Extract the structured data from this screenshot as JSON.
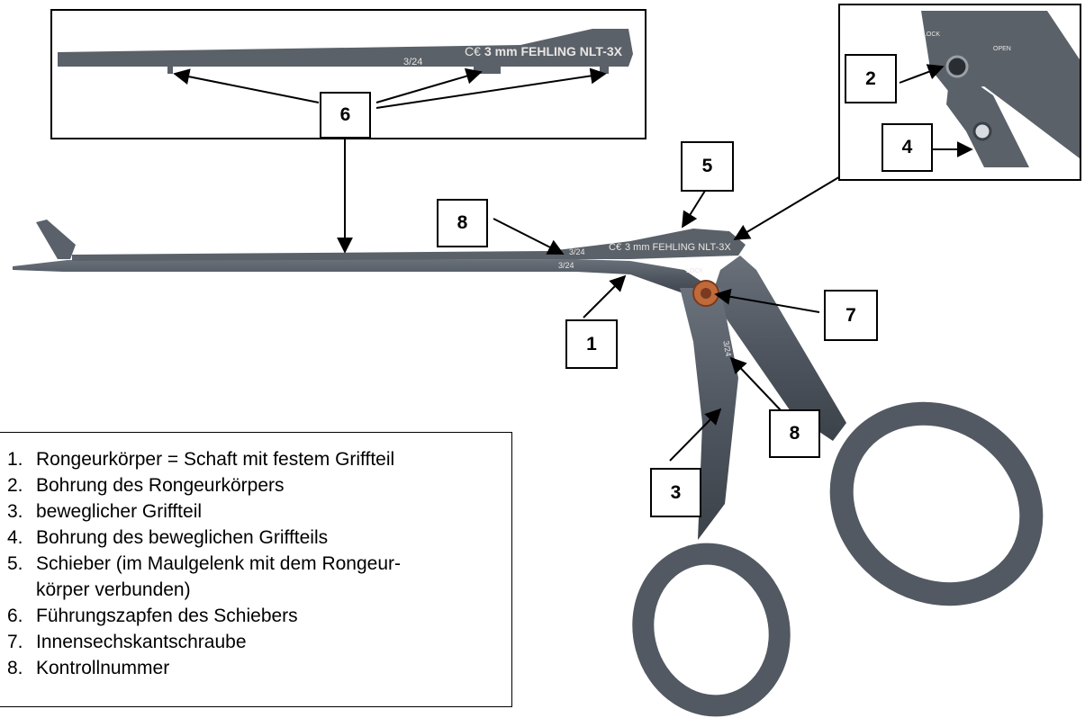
{
  "callouts": {
    "c1": "1",
    "c2": "2",
    "c3": "3",
    "c4": "4",
    "c5": "5",
    "c6": "6",
    "c7": "7",
    "c8a": "8",
    "c8b": "8"
  },
  "engraving": {
    "ce_mark": "C€",
    "brand": "3 mm FEHLING NLT-3X",
    "control_number": "3/24",
    "lock": "LOCK",
    "open": "OPEN"
  },
  "legend": {
    "items": [
      {
        "num": "1.",
        "text": "Rongeurkörper = Schaft mit festem Griffteil"
      },
      {
        "num": "2.",
        "text": "Bohrung des Rongeurkörpers"
      },
      {
        "num": "3.",
        "text": "beweglicher Griffteil"
      },
      {
        "num": "4.",
        "text": "Bohrung des beweglichen Griffteils"
      },
      {
        "num": "5.",
        "text": "Schieber (im Maulgelenk mit dem Rongeur-"
      },
      {
        "num": "",
        "text": "körper verbunden)"
      },
      {
        "num": "6.",
        "text": "Führungszapfen des Schiebers"
      },
      {
        "num": "7.",
        "text": "Innensechskantschraube"
      },
      {
        "num": "8.",
        "text": "Kontrollnummer"
      }
    ]
  },
  "colors": {
    "instrument": "#4f5660",
    "instrument_dark": "#3a4048",
    "screw": "#c06a3a",
    "line": "#000000"
  }
}
